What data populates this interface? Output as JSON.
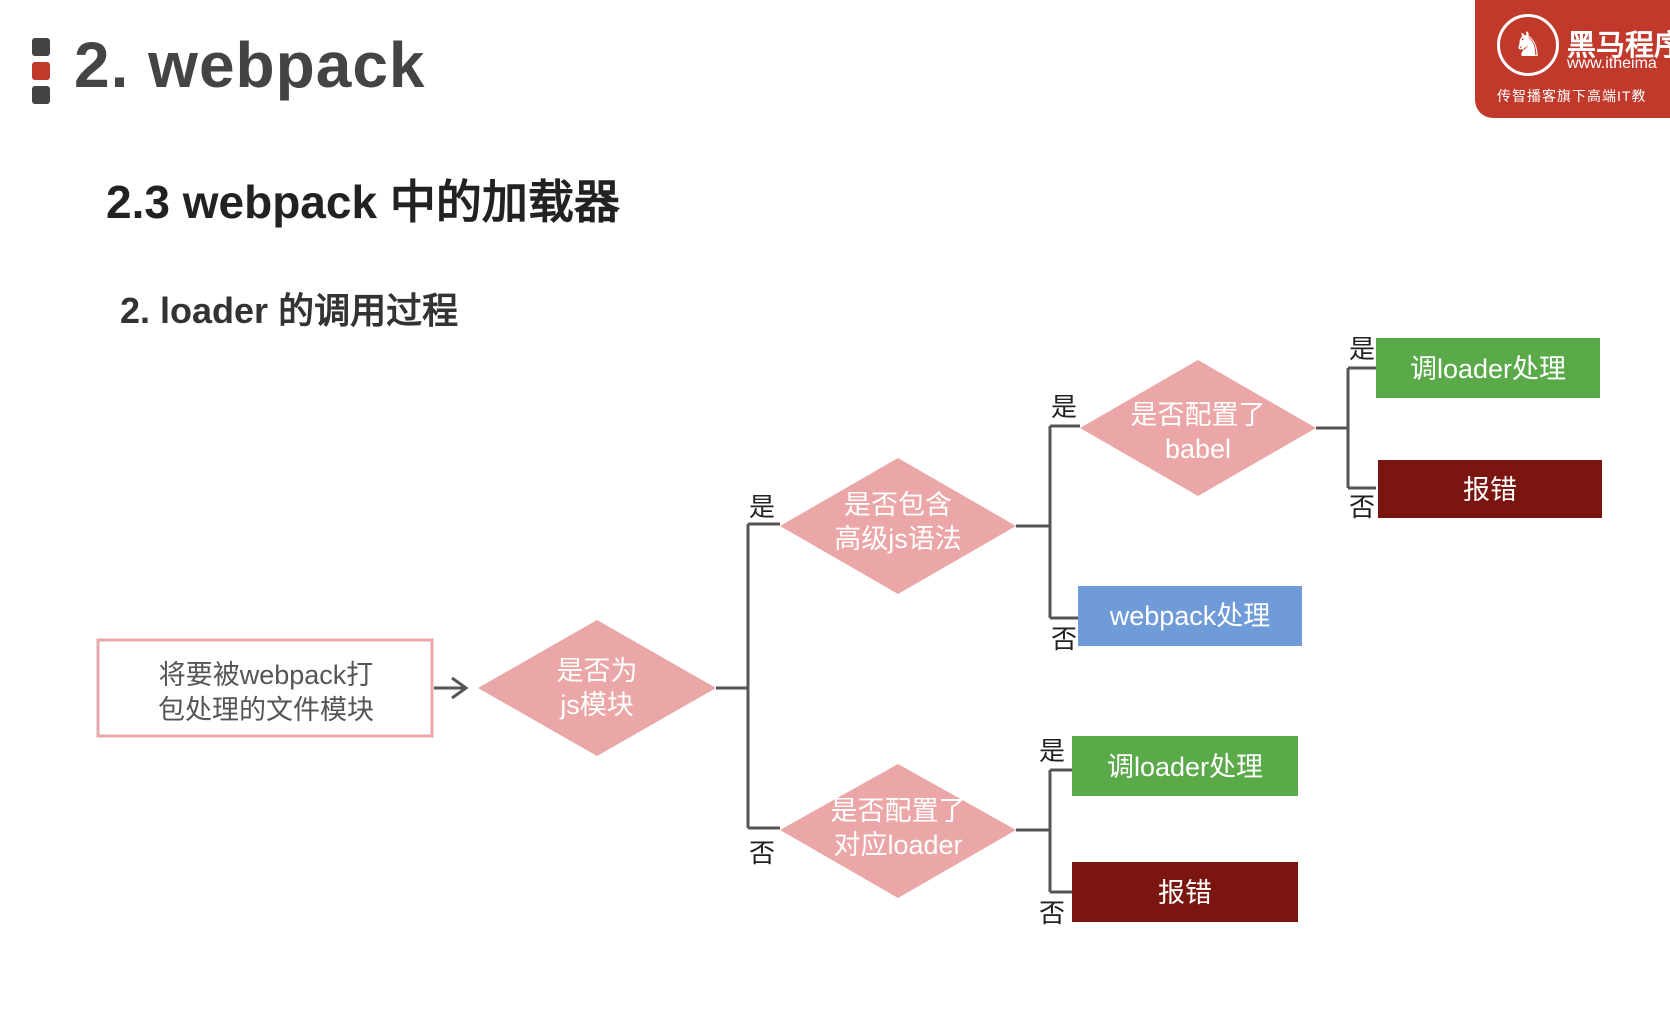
{
  "header": {
    "title": "2. webpack",
    "section": "2.3 webpack 中的加载器",
    "subsection": "2. loader 的调用过程"
  },
  "logo": {
    "name": "黑马程序",
    "url": "www.itheima",
    "slogan": "传智播客旗下高端IT教"
  },
  "colors": {
    "diamond": "#eba7a7",
    "start_border": "#e8a7aa",
    "process_green": "#5aaa4a",
    "error_red": "#7a160f",
    "webpack_blue": "#6f9bd8",
    "brand_red": "#c1392b"
  },
  "flowchart": {
    "start": {
      "lines": [
        "将要被webpack打",
        "包处理的文件模块"
      ]
    },
    "decisions": {
      "is_js": {
        "lines": [
          "是否为",
          "js模块"
        ]
      },
      "has_advanced_js": {
        "lines": [
          "是否包含",
          "高级js语法"
        ]
      },
      "has_babel": {
        "lines": [
          "是否配置了",
          "babel"
        ]
      },
      "has_loader": {
        "lines": [
          "是否配置了",
          "对应loader"
        ]
      }
    },
    "results": {
      "babel_loader": "调loader处理",
      "babel_error": "报错",
      "webpack": "webpack处理",
      "loader_process": "调loader处理",
      "loader_error": "报错"
    },
    "edge_labels": {
      "yes": "是",
      "no": "否"
    }
  }
}
